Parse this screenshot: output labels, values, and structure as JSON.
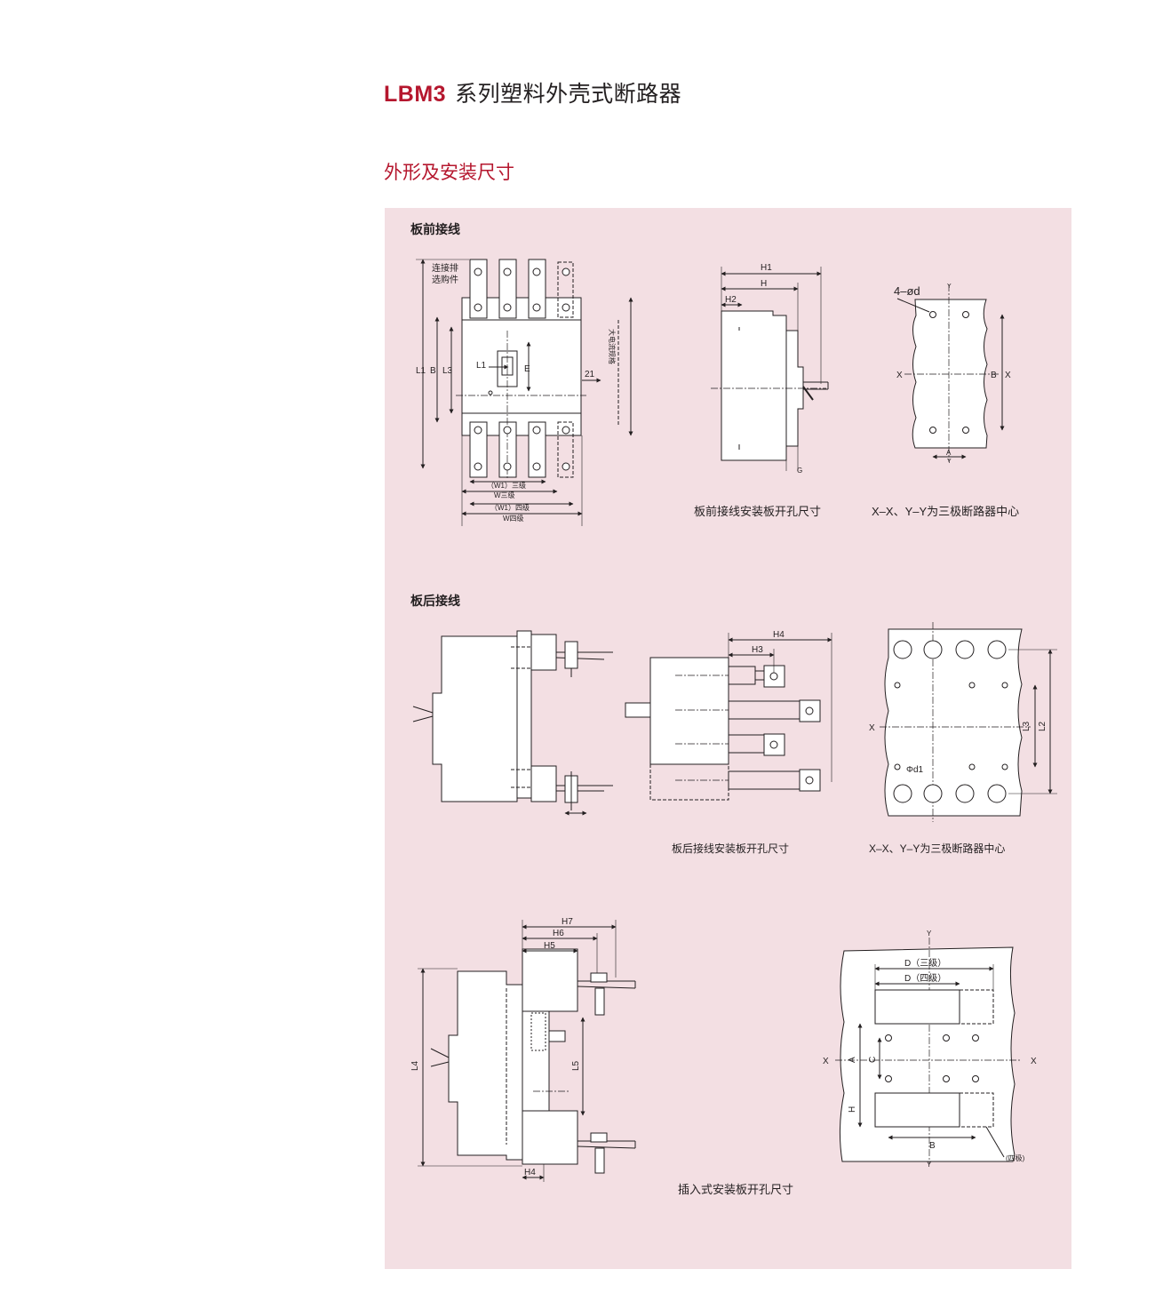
{
  "header": {
    "series_code": "LBM3",
    "series_name": "系列塑料外壳式断路器"
  },
  "section_title": "外形及安装尺寸",
  "front_wiring": {
    "label": "板前接线",
    "outline_labels": {
      "connector_note_line1": "连接排",
      "connector_note_line2": "选购件",
      "L1": "L1",
      "B": "B",
      "L3": "L3",
      "E": "E",
      "L1_inner": "L1",
      "dim_21": "21",
      "side_note": "大电流规格",
      "W1_three": "（W1）三级",
      "W_three": "W三级",
      "W1_four": "（W1）四级",
      "W_four": "W四级"
    },
    "side_labels": {
      "H1": "H1",
      "H": "H",
      "H2": "H2",
      "G": "G"
    },
    "hole_labels": {
      "holes": "4–ød",
      "Y": "Y",
      "X": "X",
      "B": "B",
      "A": "A"
    },
    "caption_left": "板前接线安装板开孔尺寸",
    "caption_right": "X–X、Y–Y为三极断路器中心"
  },
  "rear_wiring": {
    "label": "板后接线",
    "side_labels": {
      "H4": "H4",
      "H3": "H3"
    },
    "hole_labels": {
      "X": "X",
      "L3": "L3",
      "L2": "L2",
      "d1": "Φd1"
    },
    "caption_left": "板后接线安装板开孔尺寸",
    "caption_right": "X–X、Y–Y为三极断路器中心"
  },
  "plugin": {
    "side_labels": {
      "H7": "H7",
      "H6": "H6",
      "H5": "H5",
      "L4": "L4",
      "L5": "L5",
      "H4": "H4"
    },
    "cutout_labels": {
      "Y": "Y",
      "X": "X",
      "D_three": "D（三级）",
      "D_four": "D（四级）",
      "A": "A",
      "C": "C",
      "H": "H",
      "B": "B",
      "four_pole": "(四极)"
    },
    "caption": "插入式安装板开孔尺寸"
  }
}
